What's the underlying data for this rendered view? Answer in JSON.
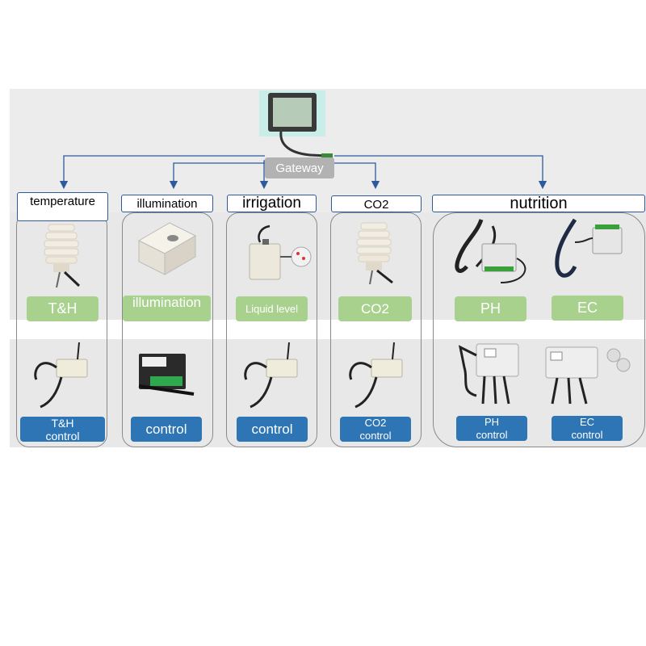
{
  "gateway": {
    "label": "Gateway"
  },
  "categories": {
    "temperature": "temperature",
    "illumination": "illumination",
    "irrigation": "irrigation",
    "co2": "CO2",
    "nutrition": "nutrition"
  },
  "sensors": {
    "th": "T&H",
    "illumination": "illumination",
    "liquid": "Liquid level",
    "co2": "CO2",
    "ph": "PH",
    "ec": "EC"
  },
  "controls": {
    "th": "T&H control",
    "illumination": "control",
    "irrigation": "control",
    "co2": "CO2 control",
    "ph": "PH control",
    "ec": "EC control"
  },
  "colors": {
    "band": "#ececec",
    "sensor_label": "#a9d18e",
    "control_label": "#2e75b6",
    "gateway_label": "#b2b2b2",
    "arrow": "#2e5a9c"
  }
}
